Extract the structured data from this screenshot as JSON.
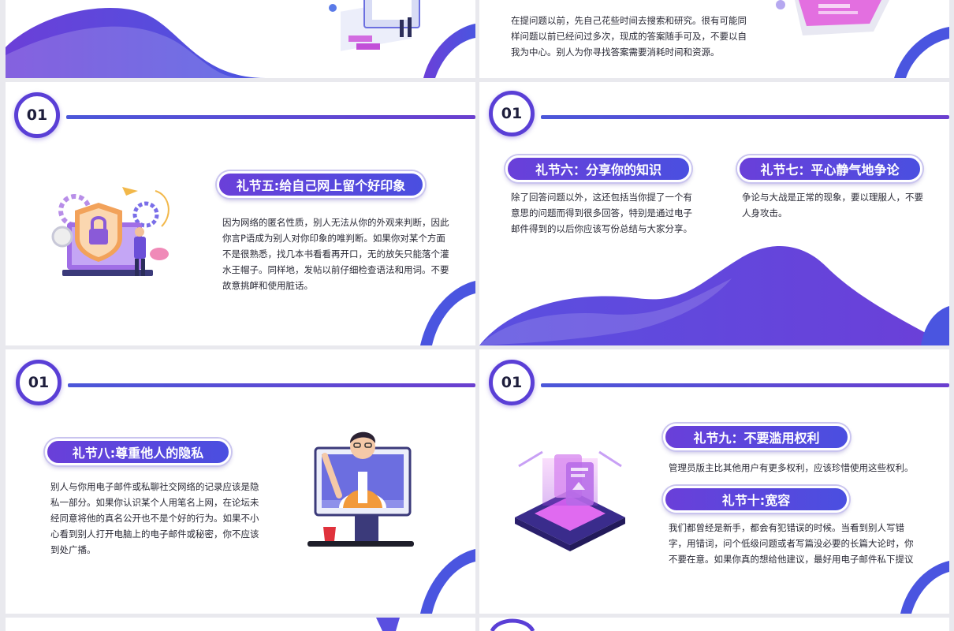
{
  "slides": {
    "top_right": {
      "text": "在提问题以前，先自己花些时间去搜索和研究。很有可能同样问题以前已经问过多次，现成的答案随手可及，不要以自我为中心。别人为你寻找答案需要消耗时间和资源。"
    },
    "s5": {
      "number": "01",
      "title": "礼节五:给自己网上留个好印象",
      "text": "因为网络的匿名性质，别人无法从你的外观来判断，因此你言P语成为别人对你印象的唯判断。如果你对某个方面不是很熟悉，找几本书看看再开口，无的放矢只能落个灌水王帽子。同样地，发帖以前仔细检查语法和用词。不要故意挑衅和使用脏话。"
    },
    "s67": {
      "number": "01",
      "title6": "礼节六：分享你的知识",
      "text6": "除了回答问题以外，这还包括当你提了一个有意思的问题而得到很多回答，特别是通过电子邮件得到的以后你应该写份总结与大家分享。",
      "title7": "礼节七：平心静气地争论",
      "text7": "争论与大战是正常的现象，要以理服人，不要人身攻击。"
    },
    "s8": {
      "number": "01",
      "title": "礼节八:尊重他人的隐私",
      "text": "别人与你用电子邮件或私聊社交网络的记录应该是隐私一部分。如果你认识某个人用笔名上网，在论坛未经同意将他的真名公开也不是个好的行为。如果不小心看到别人打开电脑上的电子邮件或秘密，你不应该到处广播。"
    },
    "s910": {
      "number": "01",
      "title9": "礼节九：不要滥用权利",
      "text9": "管理员版主比其他用户有更多权利，应该珍惜使用这些权利。",
      "title10": "礼节十:宽容",
      "text10": "我们都曾经是新手，都会有犯错误的时候。当看到别人写错字，用错词，问个低级问题或者写篇没必要的长篇大论时，你不要在意。如果你真的想给他建议，最好用电子邮件私下提议"
    }
  },
  "colors": {
    "accent": "#5a3fd6",
    "accent2": "#4a4fe0",
    "bg": "#e9e9ee"
  }
}
